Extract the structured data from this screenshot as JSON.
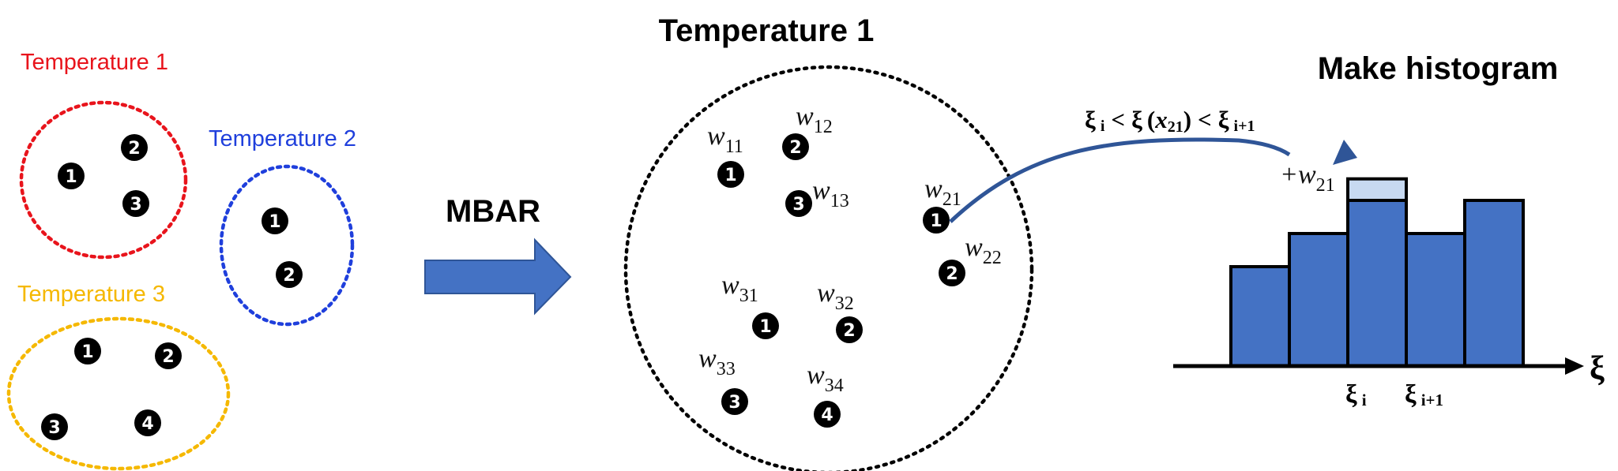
{
  "groups": [
    {
      "label": "Temperature 1",
      "color": "#e8141c"
    },
    {
      "label": "Temperature 2",
      "color": "#1f3fdc"
    },
    {
      "label": "Temperature 3",
      "color": "#f5b800"
    }
  ],
  "arrow_label": "MBAR",
  "merged_title": "Temperature 1",
  "histogram_title": "Make histogram",
  "weight_symbol": "w",
  "weights": [
    "11",
    "12",
    "13",
    "21",
    "22",
    "31",
    "32",
    "33",
    "34"
  ],
  "increment_label": "+w",
  "increment_sub": "21",
  "condition": {
    "xi_left": "ξ",
    "i_sub": "i",
    "lt1": "<",
    "xi_mid": "ξ",
    "x_open": "(",
    "x_sym": "x",
    "x_sub": "21",
    "x_close": ")",
    "lt2": "<",
    "xi_right": "ξ",
    "i1_sub": "i+1"
  },
  "axis": {
    "symbol": "ξ",
    "tick_i": "ξ",
    "tick_i_sub": "i",
    "tick_i1": "ξ",
    "tick_i1_sub": "i+1"
  },
  "particle_numbers": {
    "n1": "1",
    "n2": "2",
    "n3": "3",
    "n4": "4"
  },
  "colors": {
    "bar": "#4472c4",
    "bar_increment": "#c7d9f1",
    "arrow": "#4472c4",
    "curve": "#2f5597"
  },
  "chart_data": {
    "type": "bar",
    "xlabel": "ξ",
    "ticks": [
      "ξ i",
      "ξ i+1"
    ],
    "values": [
      3,
      4,
      5,
      4,
      5
    ],
    "increment_bin_index": 2,
    "increment_value": 0.65
  }
}
